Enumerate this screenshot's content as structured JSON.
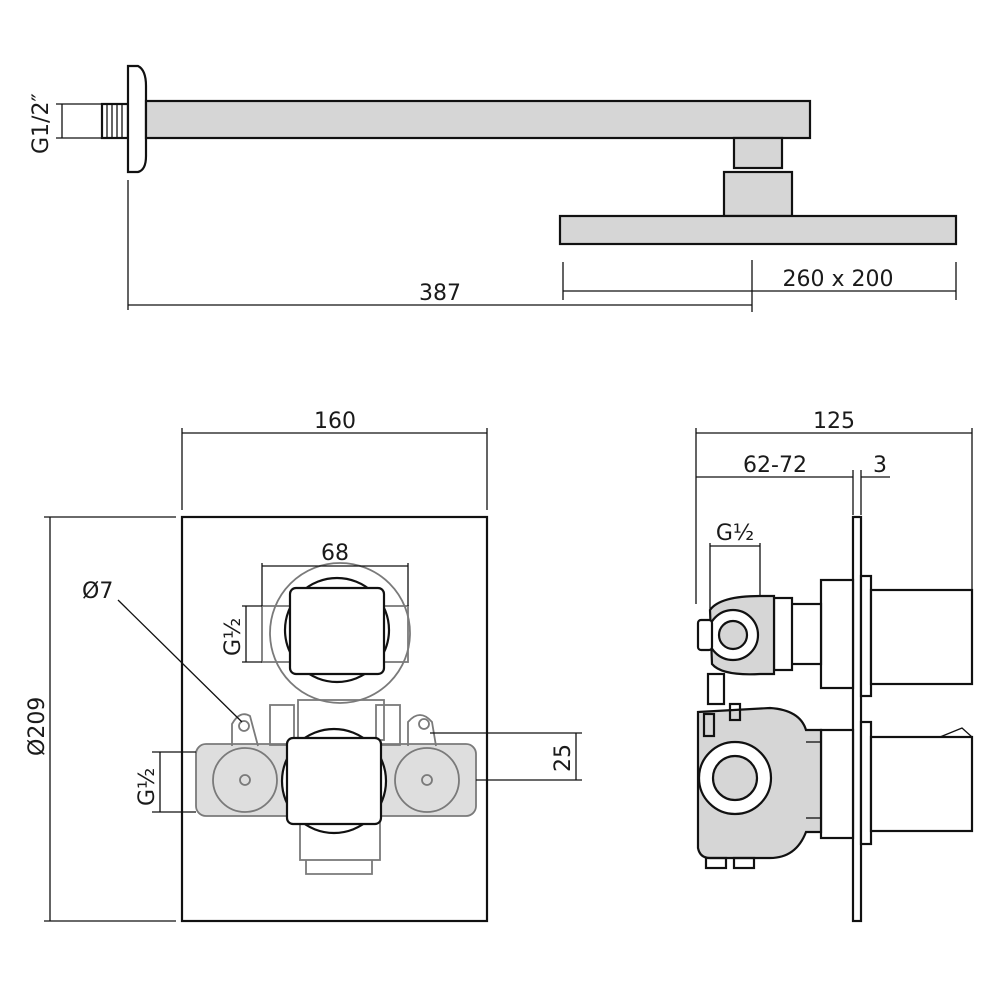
{
  "drawings": {
    "shower_arm": {
      "thread_label": "G1/2″",
      "arm_length_label": "387",
      "head_size_label": "260 x 200"
    },
    "valve_front": {
      "width_label": "160",
      "height_label": "Ø209",
      "spacing_label": "68",
      "hole_label": "Ø7",
      "top_inlet_label": "G½",
      "side_inlet_label": "G½",
      "offset_label": "25"
    },
    "valve_side": {
      "depth_label": "125",
      "installation_depth_label": "62-72",
      "plate_thickness_label": "3",
      "inlet_label": "G½"
    }
  }
}
